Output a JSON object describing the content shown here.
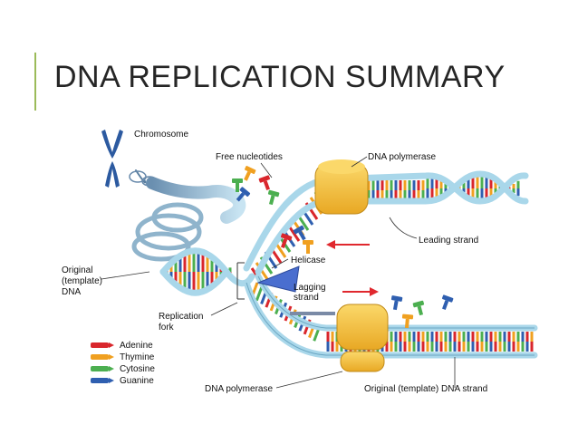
{
  "title": "DNA REPLICATION SUMMARY",
  "labels": {
    "chromosome": "Chromosome",
    "free_nucleotides": "Free nucleotides",
    "dna_polymerase_top": "DNA polymerase",
    "leading_strand": "Leading strand",
    "original_line1": "Original",
    "original_line2": "(template)",
    "original_line3": "DNA",
    "helicase": "Helicase",
    "lagging_line1": "Lagging",
    "lagging_line2": "strand",
    "fork_line1": "Replication",
    "fork_line2": "fork",
    "dna_polymerase_bottom": "DNA polymerase",
    "original_template_strand": "Original (template) DNA strand"
  },
  "legend": [
    {
      "name": "Adenine",
      "color": "#d9262c"
    },
    {
      "name": "Thymine",
      "color": "#f0a020"
    },
    {
      "name": "Cytosine",
      "color": "#4caf50"
    },
    {
      "name": "Guanine",
      "color": "#2f5fb0"
    }
  ],
  "colors": {
    "accent": "#9bbb59",
    "backbone": "#a9d7ea",
    "backbone_edge": "#6aa6c2",
    "polymerase": "#f5c242",
    "helicase": "#4a6ecf",
    "arrow": "#e0282e",
    "chromosome": "#2c5aa0"
  }
}
